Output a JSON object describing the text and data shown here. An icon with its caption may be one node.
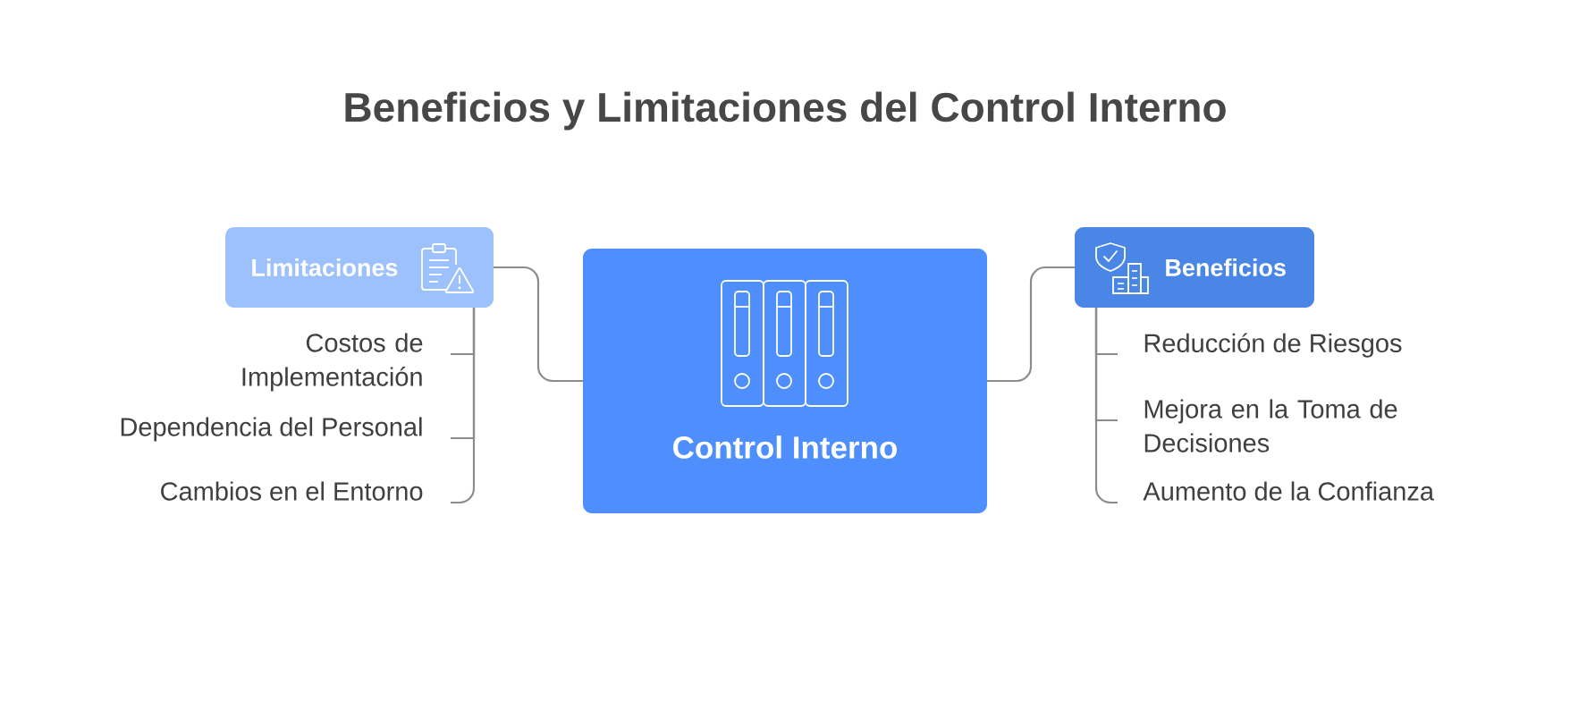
{
  "diagram": {
    "title": "Beneficios y Limitaciones del Control Interno",
    "nodes": [
      {
        "text": [
          "Limitaciones"
        ]
      },
      {
        "text": [
          "Control Interno"
        ]
      },
      {
        "text": [
          "Beneficios"
        ]
      },
      {
        "text": [
          "Costos de Implementación"
        ]
      },
      {
        "text": [
          "Dependencia del Personal"
        ]
      },
      {
        "text": [
          "Cambios en el Entorno"
        ]
      },
      {
        "text": [
          "Reducción de Riesgos"
        ]
      },
      {
        "text": [
          "Mejora en la Toma de Decisiones"
        ]
      },
      {
        "text": [
          "Aumento de la Confianza"
        ]
      }
    ],
    "edges": [
      {
        "from": 1,
        "to": 0,
        "arrow": "none"
      },
      {
        "from": 1,
        "to": 2,
        "arrow": "none"
      },
      {
        "from": 0,
        "to": 3,
        "arrow": "none"
      },
      {
        "from": 0,
        "to": 4,
        "arrow": "none"
      },
      {
        "from": 0,
        "to": 5,
        "arrow": "none"
      },
      {
        "from": 2,
        "to": 6,
        "arrow": "none"
      },
      {
        "from": 2,
        "to": 7,
        "arrow": "none"
      },
      {
        "from": 2,
        "to": 8,
        "arrow": "none"
      }
    ]
  }
}
